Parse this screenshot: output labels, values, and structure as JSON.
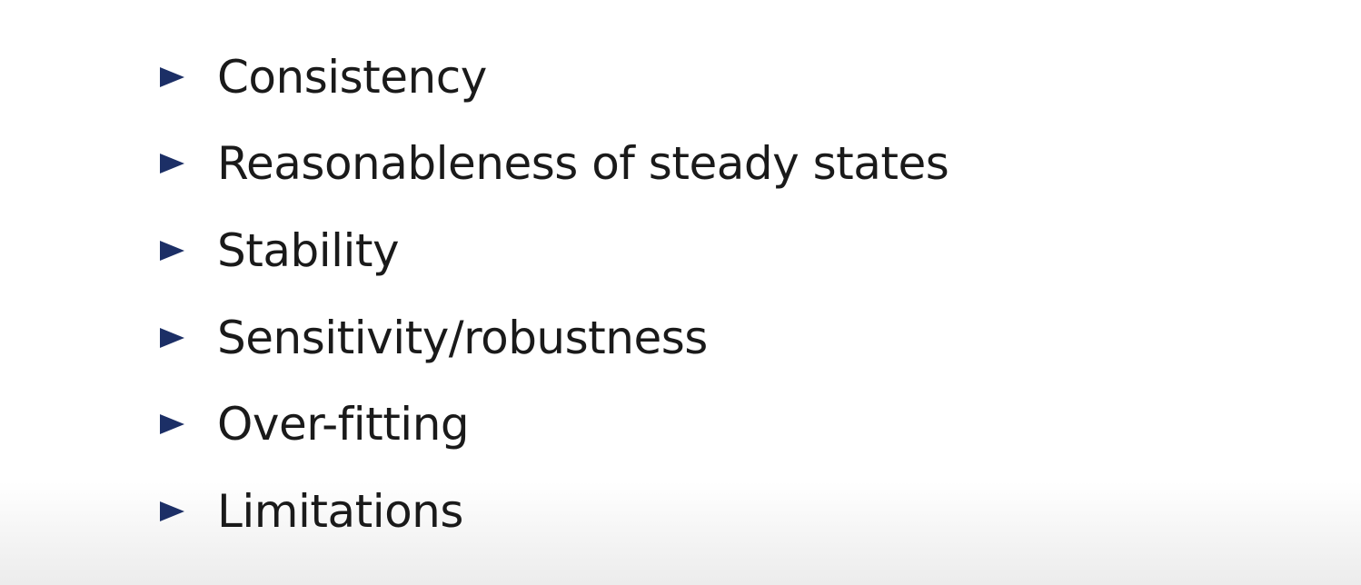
{
  "slide": {
    "bullets": [
      {
        "label": "Consistency",
        "marker_icon": "triangle-right-icon"
      },
      {
        "label": "Reasonableness of steady states",
        "marker_icon": "triangle-right-icon"
      },
      {
        "label": "Stability",
        "marker_icon": "triangle-right-icon"
      },
      {
        "label": "Sensitivity/robustness",
        "marker_icon": "triangle-right-icon"
      },
      {
        "label": "Over-fitting",
        "marker_icon": "triangle-right-icon"
      },
      {
        "label": "Limitations",
        "marker_icon": "triangle-right-icon"
      }
    ],
    "colors": {
      "bullet_marker": "#1c2f66",
      "text": "#1a1a1a",
      "background": "#ffffff"
    }
  }
}
